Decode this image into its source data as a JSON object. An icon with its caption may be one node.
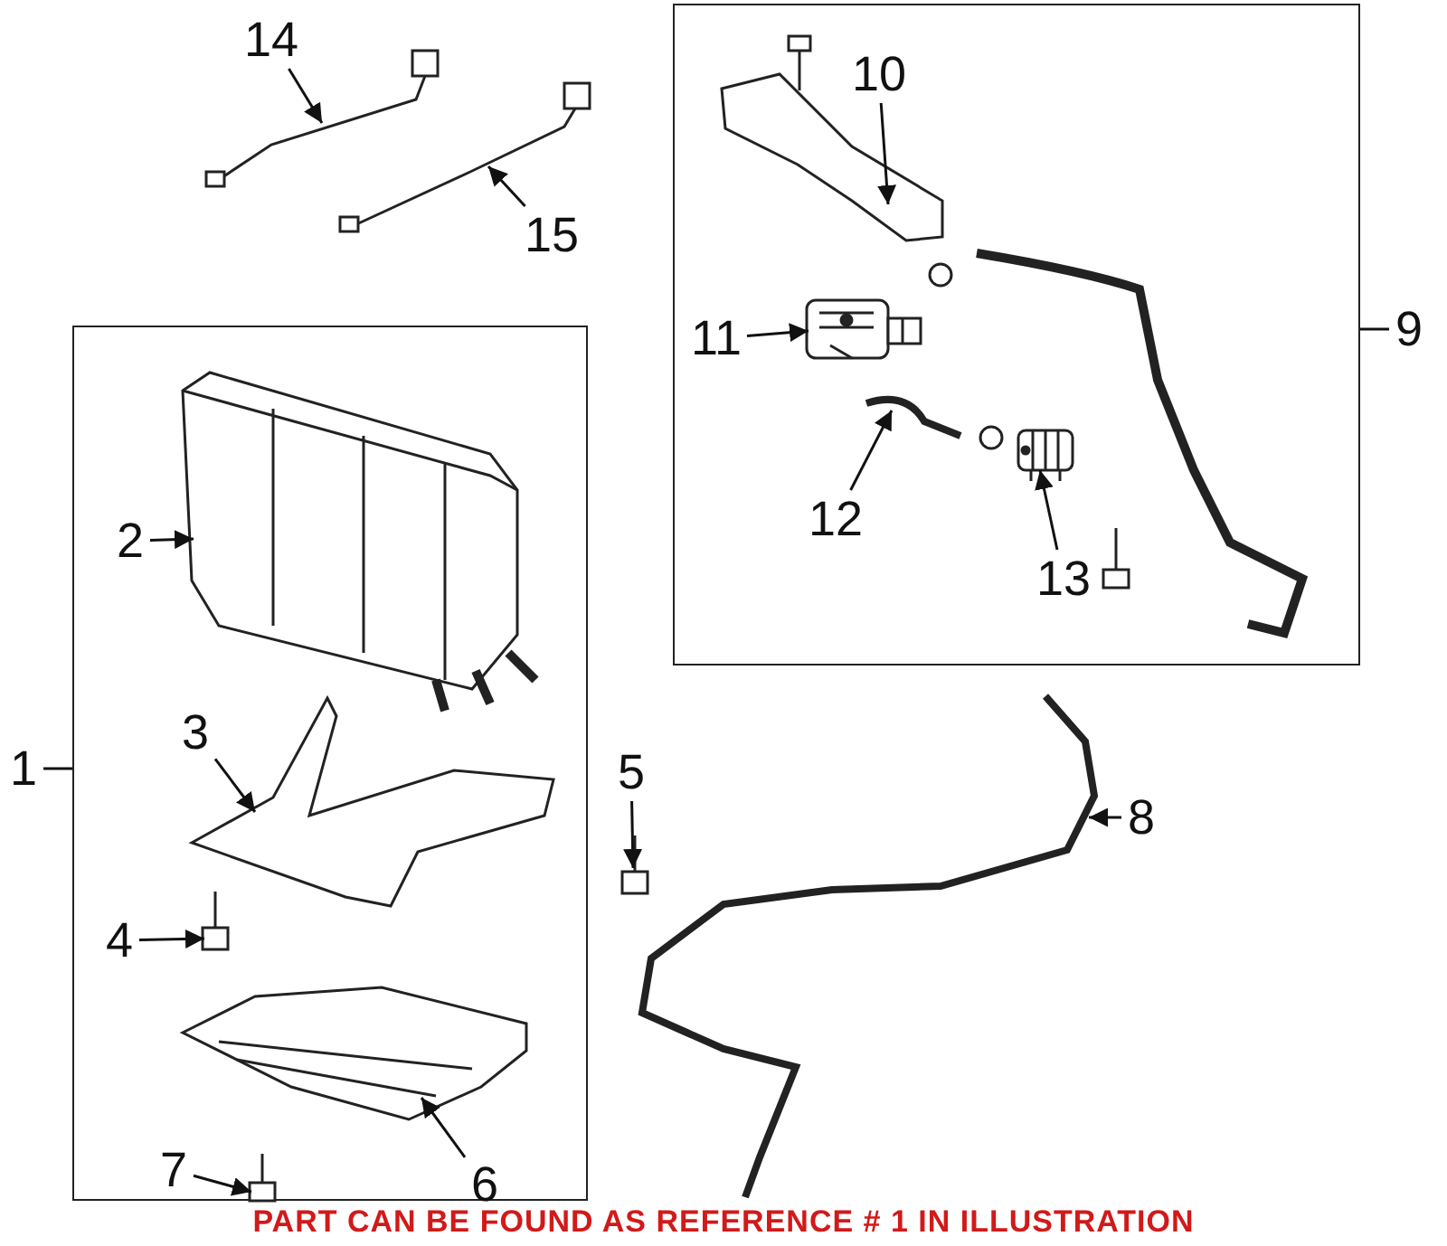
{
  "diagram": {
    "nodes": [
      {
        "text": [],
        "shape": "box"
      },
      {
        "text": [
          "14"
        ]
      },
      {
        "text": [
          "10"
        ],
        "in": 0
      },
      {
        "text": [
          "15"
        ]
      },
      {
        "text": [
          "11"
        ],
        "in": 0
      },
      {
        "text": [
          "9"
        ]
      },
      {
        "text": [],
        "shape": "box"
      },
      {
        "text": [
          "2"
        ],
        "in": 6
      },
      {
        "text": [
          "12"
        ],
        "in": 0
      },
      {
        "text": [
          "13"
        ],
        "in": 0
      },
      {
        "text": [
          "1"
        ]
      },
      {
        "text": [
          "3"
        ],
        "in": 6
      },
      {
        "text": [
          "5"
        ]
      },
      {
        "text": [
          "4"
        ],
        "in": 6
      },
      {
        "text": [
          "8"
        ]
      },
      {
        "text": [
          "6"
        ],
        "in": 6
      },
      {
        "text": [
          "7"
        ],
        "in": 6
      },
      {
        "text": [],
        "shape": "picture"
      },
      {
        "text": [],
        "shape": "picture"
      },
      {
        "text": [],
        "shape": "picture",
        "in": 0
      },
      {
        "text": [],
        "shape": "picture",
        "in": 0
      },
      {
        "text": [],
        "shape": "picture",
        "in": 0
      },
      {
        "text": [],
        "shape": "picture",
        "in": 0
      },
      {
        "text": [],
        "shape": "picture",
        "in": 6
      },
      {
        "text": [],
        "shape": "picture",
        "in": 6
      },
      {
        "text": [],
        "shape": "picture"
      },
      {
        "text": [],
        "shape": "picture",
        "in": 6
      },
      {
        "text": [],
        "shape": "picture"
      },
      {
        "text": [],
        "shape": "picture",
        "in": 6
      },
      {
        "text": [],
        "shape": "picture",
        "in": 6
      }
    ],
    "edges": [
      {
        "from": 1,
        "to": 17,
        "arrow": "to"
      },
      {
        "from": 2,
        "to": 19,
        "arrow": "to"
      },
      {
        "from": 3,
        "to": 18,
        "arrow": "to"
      },
      {
        "from": 4,
        "to": 20,
        "arrow": "to"
      },
      {
        "from": 5,
        "to": 0,
        "arrow": "none"
      },
      {
        "from": 7,
        "to": 23,
        "arrow": "to"
      },
      {
        "from": 8,
        "to": 21,
        "arrow": "to"
      },
      {
        "from": 9,
        "to": 22,
        "arrow": "to"
      },
      {
        "from": 10,
        "to": 6,
        "arrow": "none"
      },
      {
        "from": 11,
        "to": 24,
        "arrow": "to"
      },
      {
        "from": 12,
        "to": 25,
        "arrow": "to"
      },
      {
        "from": 13,
        "to": 26,
        "arrow": "to"
      },
      {
        "from": 14,
        "to": 27,
        "arrow": "to"
      },
      {
        "from": 15,
        "to": 28,
        "arrow": "to"
      },
      {
        "from": 16,
        "to": 29,
        "arrow": "to"
      }
    ],
    "labels": [
      "PART CAN BE FOUND AS REFERENCE # 1 IN ILLUSTRATION"
    ]
  }
}
